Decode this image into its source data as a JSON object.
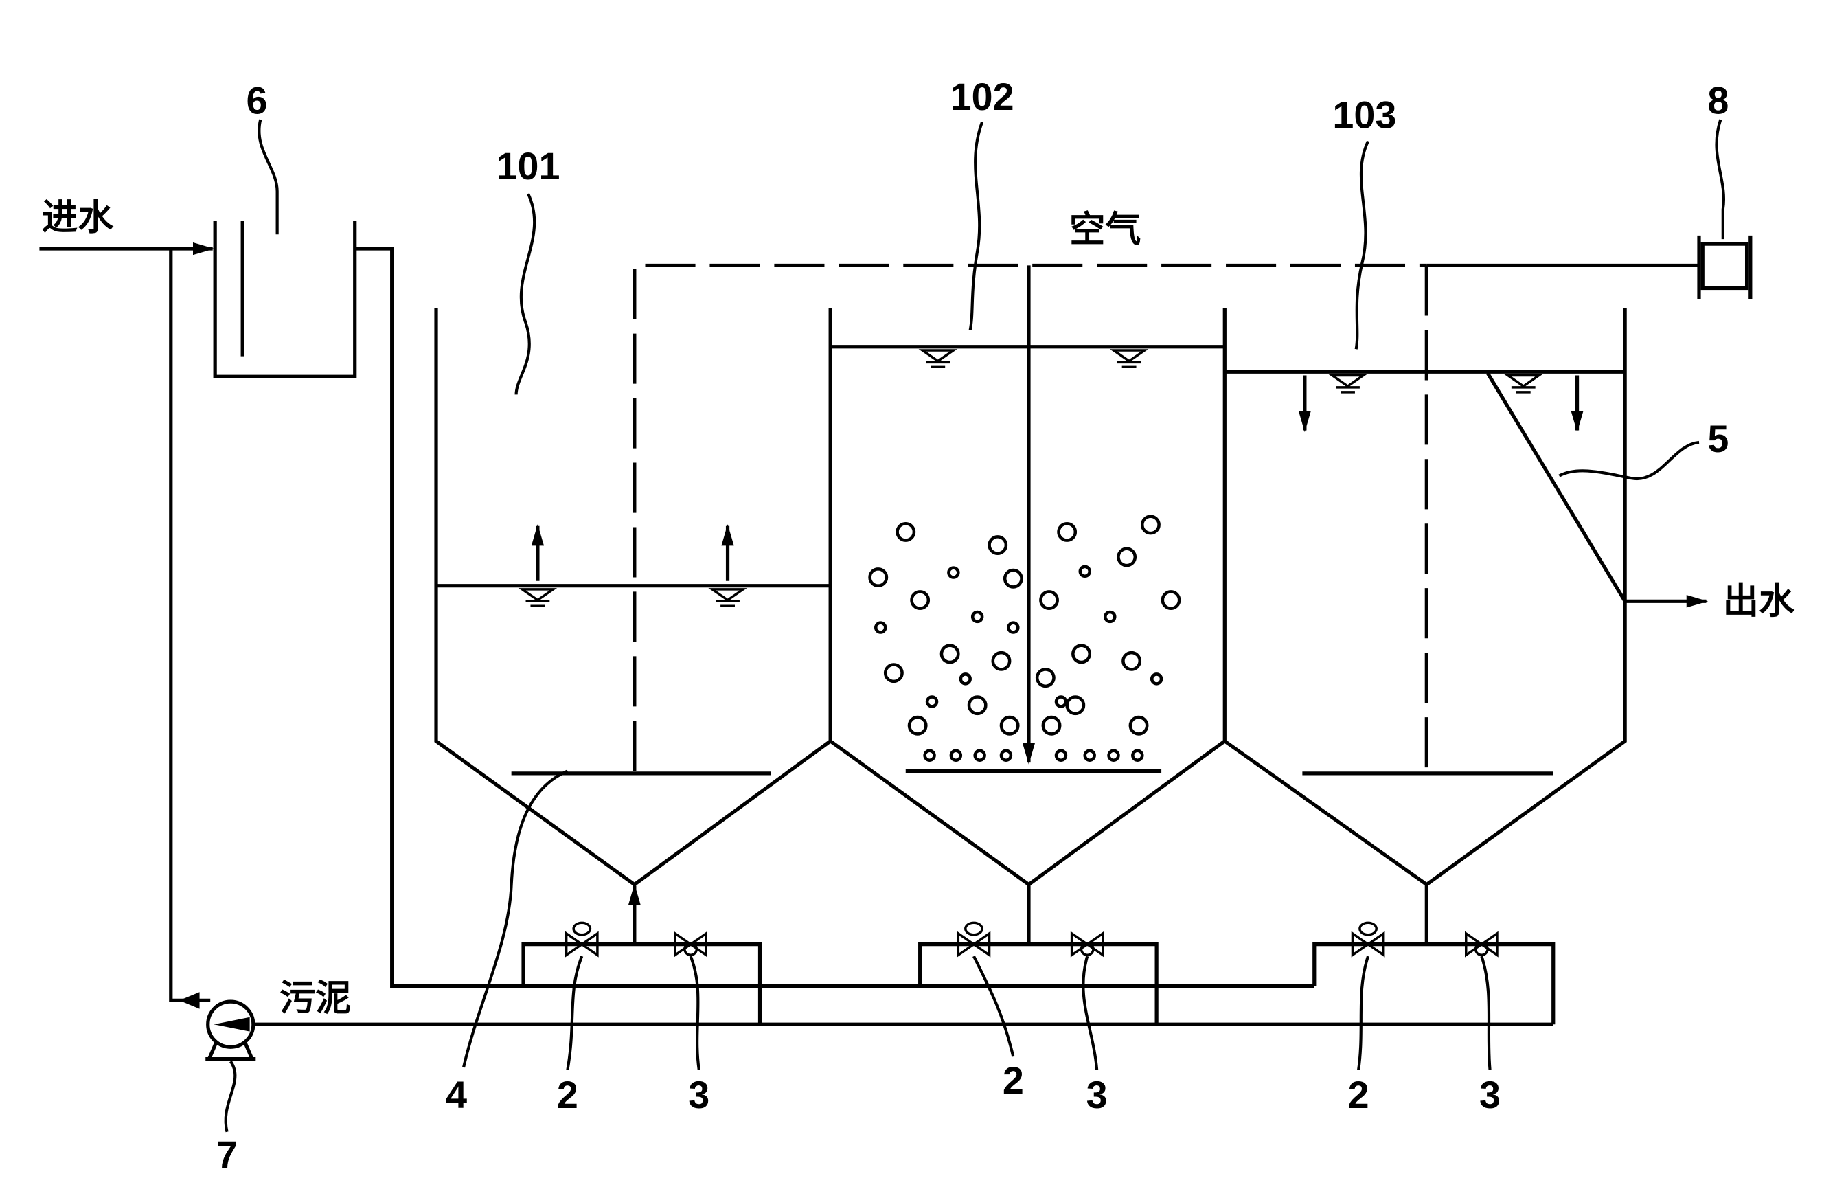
{
  "flows": {
    "inlet": "进水",
    "air": "空气",
    "sludge": "污泥",
    "outlet": "出水"
  },
  "tanks": [
    "101",
    "102",
    "103"
  ],
  "components": {
    "tank_6": "6",
    "blower_8": "8",
    "plate_5": "5",
    "plate_4": "4",
    "pump_7": "7"
  },
  "valves": [
    {
      "first": "2",
      "second": "3"
    },
    {
      "first": "2",
      "second": "3"
    },
    {
      "first": "2",
      "second": "3"
    }
  ]
}
